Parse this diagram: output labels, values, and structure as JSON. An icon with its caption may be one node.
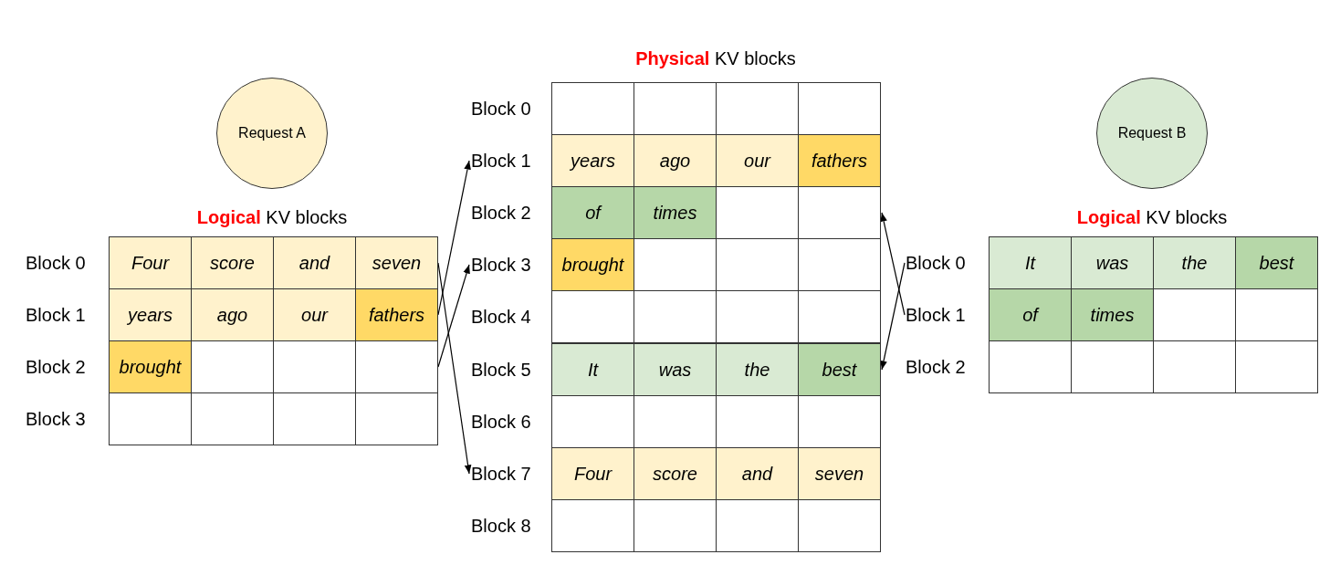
{
  "diagram": {
    "nodes": [
      {
        "text": [
          "Request A"
        ]
      },
      {
        "text": [
          "Request B"
        ]
      },
      {
        "text": [
          "Four",
          "score",
          "and",
          "seven"
        ],
        "beside": [
          "Block 0"
        ]
      },
      {
        "text": [
          "years",
          "ago",
          "our",
          "fathers"
        ],
        "beside": [
          "Block 1"
        ]
      },
      {
        "text": [
          "brought"
        ],
        "beside": [
          "Block 2"
        ]
      },
      {
        "text": [],
        "shape": "box",
        "beside": [
          "Block 3"
        ]
      },
      {
        "text": [],
        "shape": "box",
        "beside": [
          "Block 0"
        ]
      },
      {
        "text": [
          "years",
          "ago",
          "our",
          "fathers"
        ],
        "beside": [
          "Block 1"
        ]
      },
      {
        "text": [
          "of",
          "times"
        ],
        "beside": [
          "Block 2"
        ]
      },
      {
        "text": [
          "brought"
        ],
        "beside": [
          "Block 3"
        ]
      },
      {
        "text": [],
        "shape": "box",
        "beside": [
          "Block 4"
        ]
      },
      {
        "text": [
          "It",
          "was",
          "the",
          "best"
        ],
        "beside": [
          "Block 5"
        ]
      },
      {
        "text": [],
        "shape": "box",
        "beside": [
          "Block 6"
        ]
      },
      {
        "text": [
          "Four",
          "score",
          "and",
          "seven"
        ],
        "beside": [
          "Block 7"
        ]
      },
      {
        "text": [],
        "shape": "box",
        "beside": [
          "Block 8"
        ]
      },
      {
        "text": [
          "It",
          "was",
          "the",
          "best"
        ],
        "beside": [
          "Block 0"
        ]
      },
      {
        "text": [
          "of",
          "times"
        ],
        "beside": [
          "Block 1"
        ]
      },
      {
        "text": [],
        "shape": "box",
        "beside": [
          "Block 2"
        ]
      }
    ],
    "edges": [
      {
        "from": 2,
        "to": 13,
        "arrow": "to"
      },
      {
        "from": 3,
        "to": 7,
        "arrow": "to"
      },
      {
        "from": 4,
        "to": 9,
        "arrow": "to"
      },
      {
        "from": 15,
        "to": 11,
        "arrow": "to"
      },
      {
        "from": 16,
        "to": 8,
        "arrow": "to"
      }
    ],
    "labels": [
      "**Logical** KV blocks",
      "**Physical** KV blocks",
      "**Logical** KV blocks"
    ]
  }
}
